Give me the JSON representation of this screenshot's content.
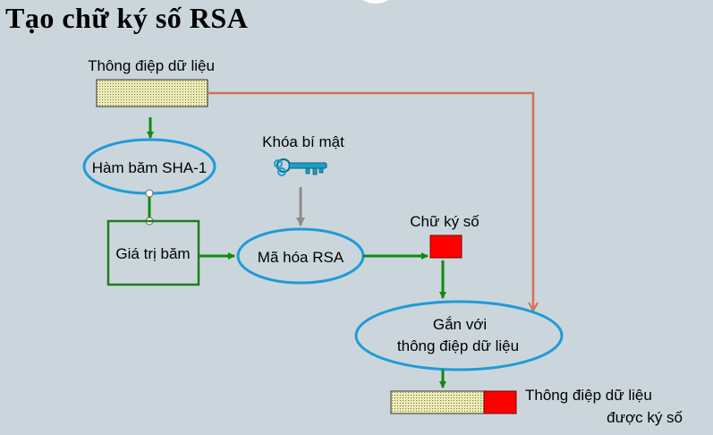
{
  "title": "Tạo chữ ký số RSA",
  "nodes": {
    "message_label": "Thông điệp dữ liệu",
    "hash_function": "Hàm băm SHA-1",
    "private_key_label": "Khóa bí mật",
    "hash_value": "Giá trị băm",
    "rsa_encrypt": "Mã hóa RSA",
    "signature_label": "Chữ ký số",
    "attach_line1": "Gắn với",
    "attach_line2": "thông điệp dữ liệu",
    "signed_line1": "Thông điệp dữ liệu",
    "signed_line2": "được ký số"
  },
  "colors": {
    "background": "#cbd6dc",
    "ellipse_stroke": "#1f9bd8",
    "box_stroke": "#1e7d1e",
    "arrow_green": "#0f8a0f",
    "arrow_gray": "#8c8c8c",
    "arrow_red": "#d2705a",
    "signature_red": "#ff0000",
    "message_fill": "#ecebb4",
    "key_color": "#1aa0c8"
  },
  "icons": {
    "key": "key-icon"
  }
}
